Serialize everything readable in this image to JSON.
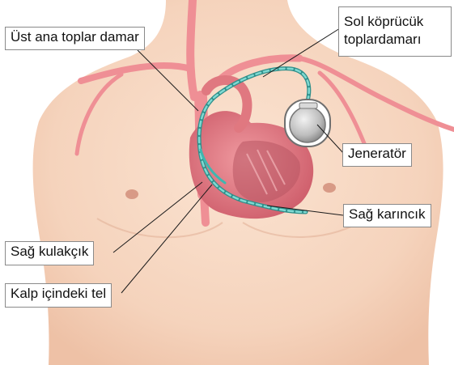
{
  "labels": {
    "superior_vena_cava": "Üst ana toplar damar",
    "left_subclavian_vein_line1": "Sol köprücük",
    "left_subclavian_vein_line2": "toplardamarı",
    "generator": "Jeneratör",
    "right_ventricle": "Sağ karıncık",
    "right_atrium": "Sağ kulakçık",
    "intracardiac_lead": "Kalp içindeki tel"
  },
  "colors": {
    "background": "#ffffff",
    "skin": "#f7d8c2",
    "vessel": "#ef8f95",
    "heart": "#d9707a",
    "lead_teal": "#3fb7b0",
    "generator_metal": "#b8b8b8"
  }
}
